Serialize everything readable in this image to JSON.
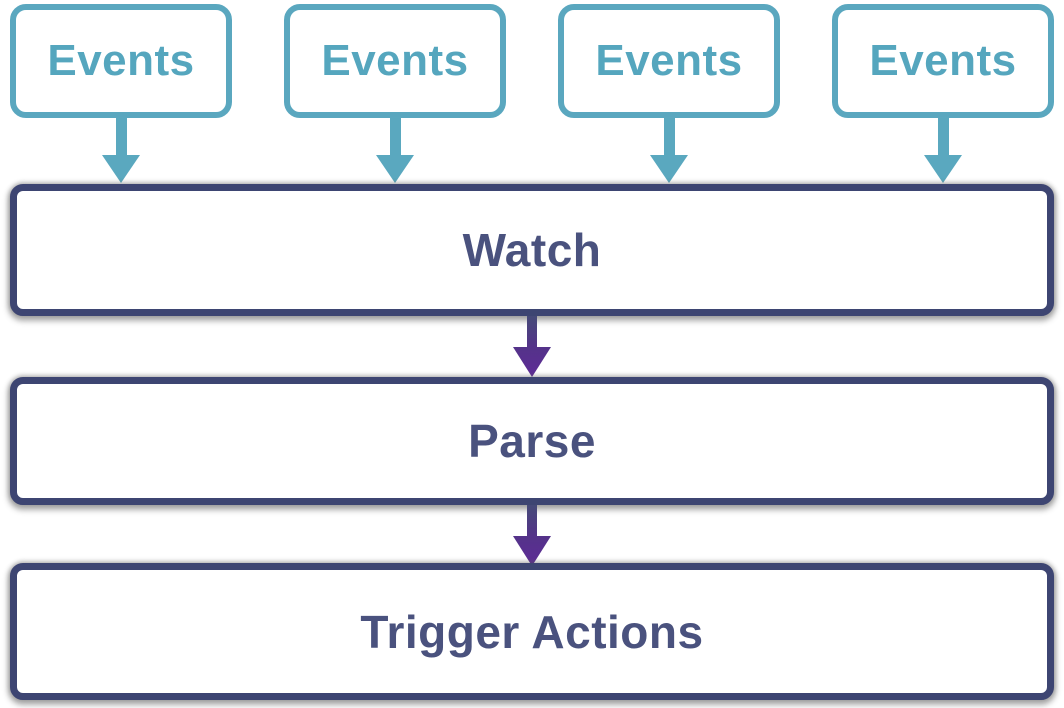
{
  "diagram": {
    "description": "Event processing pipeline flowchart",
    "colors": {
      "teal_accent": "#5aa8bf",
      "navy_border": "#3d4572",
      "navy_text": "#4a527e",
      "purple_arrow": "#5e2b97",
      "box_background": "#ffffff"
    },
    "event_sources": [
      {
        "label": "Events"
      },
      {
        "label": "Events"
      },
      {
        "label": "Events"
      },
      {
        "label": "Events"
      }
    ],
    "stages": [
      {
        "label": "Watch"
      },
      {
        "label": "Parse"
      },
      {
        "label": "Trigger Actions"
      }
    ]
  }
}
